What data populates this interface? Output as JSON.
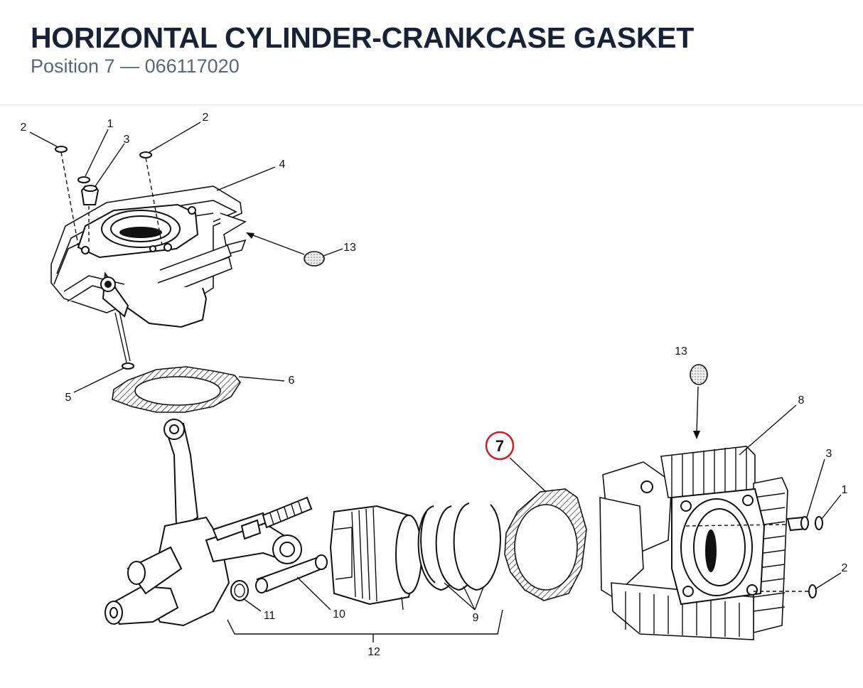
{
  "header": {
    "title": "HORIZONTAL CYLINDER-CRANKCASE GASKET",
    "subtitle": "Position 7 — 066117020"
  },
  "highlight": {
    "position": "7",
    "color": "#cc1f2a"
  },
  "colors": {
    "title": "#182234",
    "subtitle": "#5b6676",
    "line": "#111111"
  },
  "callouts": {
    "c1a": "1",
    "c2a": "2",
    "c2b": "2",
    "c3a": "3",
    "c4": "4",
    "c5": "5",
    "c6": "6",
    "c8": "8",
    "c9": "9",
    "c10": "10",
    "c11": "11",
    "c12": "12",
    "c13a": "13",
    "c13b": "13",
    "c3b": "3",
    "c1b": "1",
    "c2c": "2"
  }
}
